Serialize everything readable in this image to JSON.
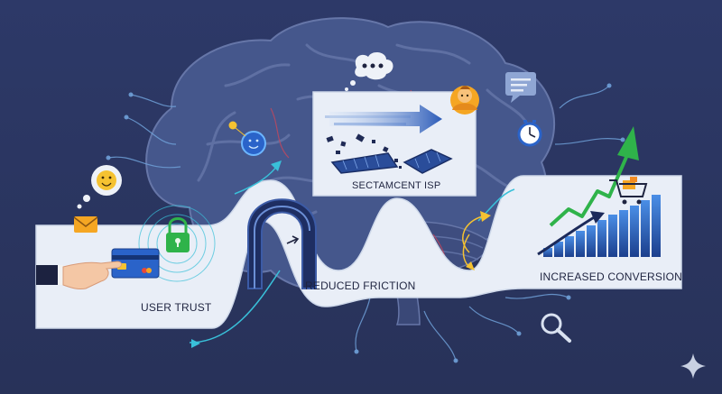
{
  "diagram": {
    "stages": {
      "user_trust": "USER TRUST",
      "reduced_friction": "REDUCED FRICTION",
      "segment_box": "SECTAMCENT ISP",
      "increased_conversion": "INCREASED CONVERSION"
    },
    "icons": [
      "brain-icon",
      "smiley-thought-bubble-icon",
      "envelope-icon",
      "padlock-icon",
      "credit-card-icon",
      "hand-icon",
      "arch-gate-icon",
      "speech-bubble-icon",
      "thought-bubble-icon",
      "face-avatar-icon",
      "clock-icon",
      "arrow-icon",
      "rising-arrow-icon",
      "bar-chart-icon",
      "shopping-cart-icon",
      "magnifier-icon",
      "sparkle-icon"
    ],
    "colors": {
      "background": "#2b3763",
      "path": "#e9eef7",
      "brain": "#4a5a8e",
      "accent_green": "#2fb34a",
      "accent_blue": "#2a63c9",
      "accent_yellow": "#f5c231",
      "accent_cyan": "#39c0d9"
    }
  }
}
